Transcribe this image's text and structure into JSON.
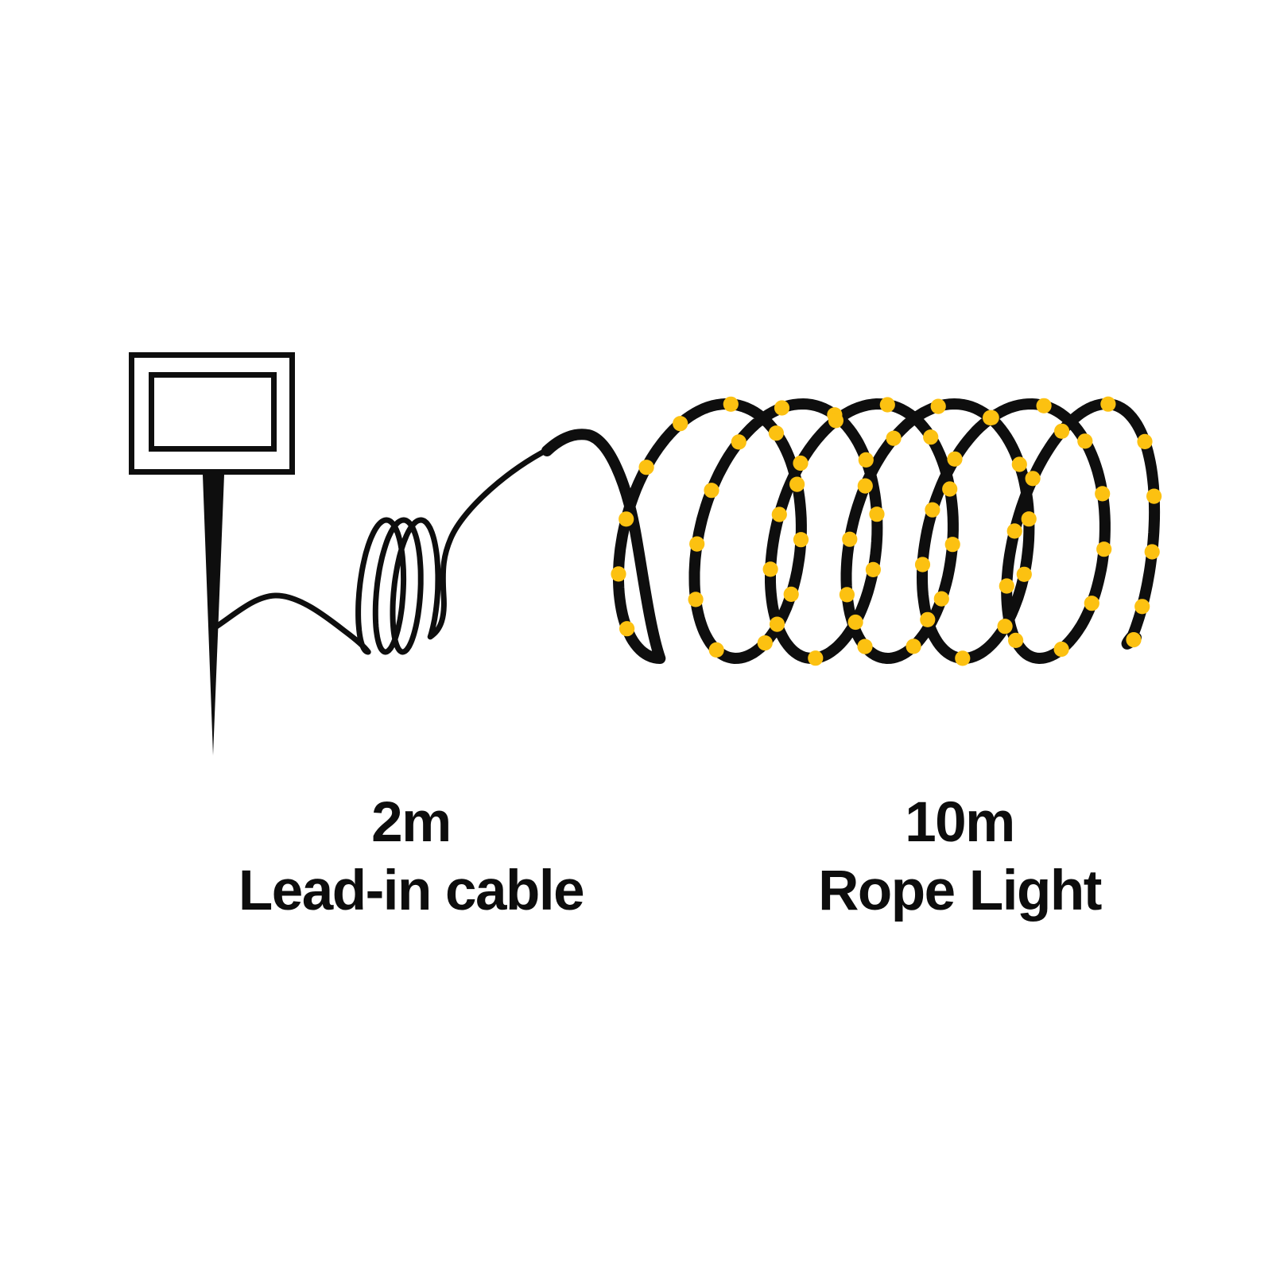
{
  "diagram": {
    "colors": {
      "line": "#0e0e0e",
      "led": "#fcc111",
      "text": "#0d0d0d",
      "bg": "#ffffff"
    },
    "leds": {
      "skip": 420,
      "spacing": 70,
      "radius": 9.6
    }
  },
  "labels": {
    "lead_in": {
      "length": "2m",
      "name": "Lead-in cable"
    },
    "rope_light": {
      "length": "10m",
      "name": "Rope Light"
    }
  }
}
